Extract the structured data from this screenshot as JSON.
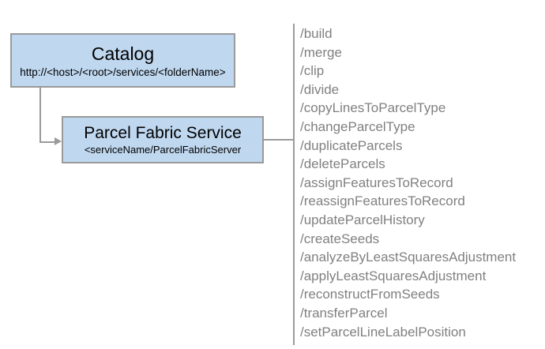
{
  "diagram": {
    "nodes": [
      {
        "name": "catalog",
        "title": "Catalog",
        "subtitle": "http://<host>/<root>/services/<folderName>"
      },
      {
        "name": "parcel-fabric-service",
        "title": "Parcel Fabric Service",
        "subtitle": "<serviceName/ParcelFabricServer"
      }
    ],
    "operations": [
      "/build",
      "/merge",
      "/clip",
      "/divide",
      "/copyLinesToParcelType",
      "/changeParcelType",
      "/duplicateParcels",
      "/deleteParcels",
      "/assignFeaturesToRecord",
      "/reassignFeaturesToRecord",
      "/updateParcelHistory",
      "/createSeeds",
      "/analyzeByLeastSquaresAdjustment",
      "/applyLeastSquaresAdjustment",
      "/reconstructFromSeeds",
      "/transferParcel",
      "/setParcelLineLabelPosition"
    ],
    "colors": {
      "node_fill": "#bfd7ef",
      "node_border": "#9a9a9a",
      "connector": "#9a9a9a",
      "operation_text": "#808080",
      "node_text": "#000000",
      "background": "#ffffff"
    }
  }
}
